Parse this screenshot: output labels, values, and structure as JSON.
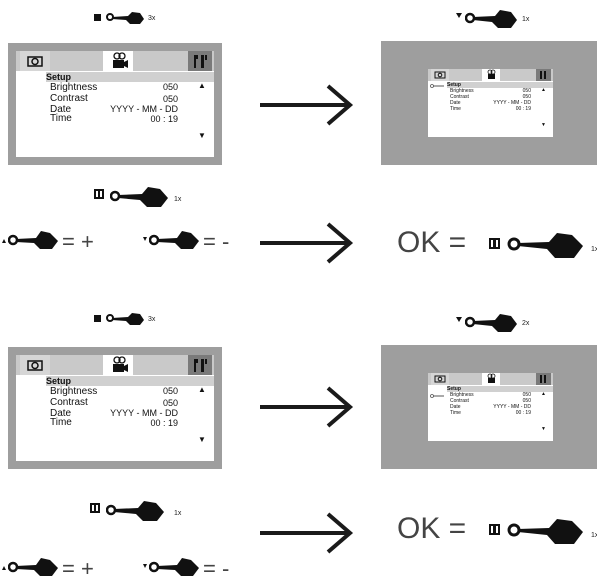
{
  "steps": [
    {
      "id": "s1-top-left",
      "mark": "square",
      "count": "3x"
    },
    {
      "id": "s1-top-right",
      "mark": "triangle-down",
      "count": "1x"
    },
    {
      "id": "s1-mid",
      "mark": "pause",
      "count": "1x"
    },
    {
      "id": "s2-top-left",
      "mark": "square",
      "count": "3x"
    },
    {
      "id": "s2-top-right",
      "mark": "triangle-down",
      "count": "2x"
    },
    {
      "id": "s2-mid",
      "mark": "pause",
      "count": "1x"
    }
  ],
  "menu": {
    "title": "Setup",
    "rows": [
      {
        "label": "Brightness",
        "value": "050"
      },
      {
        "label": "Contrast",
        "value": "050"
      },
      {
        "label": "Date",
        "value": "YYYY - MM - DD"
      },
      {
        "label": "Time",
        "value": "00 : 19"
      }
    ],
    "up_arrow": "▲",
    "down_arrow": "▼"
  },
  "adjust": {
    "plus": "= +",
    "minus": "= -"
  },
  "confirm": {
    "ok": "OK =",
    "count": "1x"
  },
  "colors": {
    "panel": "#9e9e9e",
    "tabbar": "#c9c9c9",
    "arrow": "#1a1a1a"
  }
}
